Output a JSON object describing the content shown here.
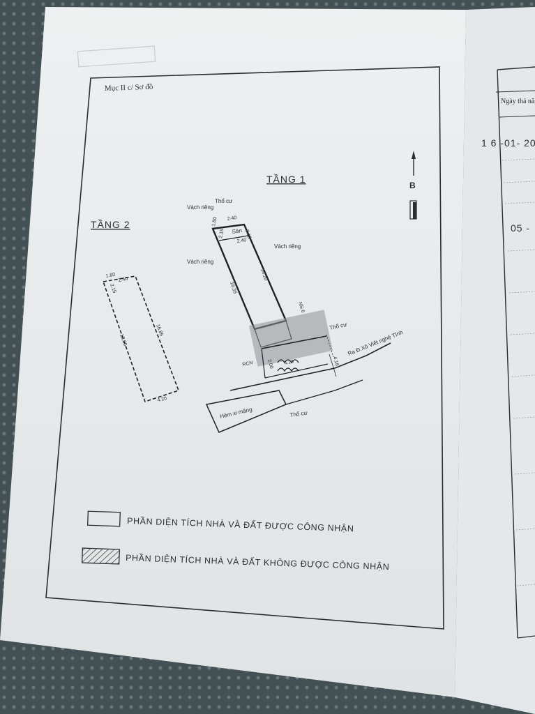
{
  "document": {
    "section_label": "Mục II c/ Sơ đồ",
    "floor1_label": "TẦNG 1",
    "floor2_label": "TẦNG 2",
    "north_label": "B",
    "floor1": {
      "top_neighbor": "Thổ cư",
      "left_wall_top": "Vách riêng",
      "left_wall": "Vách riêng",
      "right_wall": "Vách riêng",
      "yard": "Sân",
      "dim_top_left": "1.80",
      "dim_top_mid": "2.40",
      "dim_top_right": "2.15",
      "dim_inner_left": "2.15",
      "dim_inner_right": "2.40",
      "dim_left_length": "16.35",
      "dim_right_length": "14.20",
      "dim_right_lower": "NS.6",
      "right_neighbor": "Thổ cư",
      "front_width": "4.20",
      "front_setback": "2.00",
      "road_width": "4.16",
      "rcn_label": "RCN",
      "road_label": "Ra Đ.Xô Viết nghệ Tĩnh",
      "alley_label": "Hẻm xi măng",
      "bottom_neighbor": "Thổ cư"
    },
    "floor2": {
      "dim_top_left": "1.80",
      "dim_top_mid": "2.40",
      "dim_top_inner": "2.15",
      "dim_left_length": "18.00",
      "dim_right_length": "16.85",
      "dim_bottom": "4.20"
    },
    "legend": {
      "recognized": "PHẦN DIỆN TÍCH NHÀ VÀ ĐẤT ĐƯỢC CÔNG NHẬN",
      "not_recognized": "PHẦN DIỆN TÍCH NHÀ VÀ ĐẤT KHÔNG ĐƯỢC CÔNG NHẬN"
    },
    "side_page": {
      "header": "Ngày thá năm",
      "date_1": "1 6 -01- 20",
      "date_2": "05 -"
    }
  }
}
